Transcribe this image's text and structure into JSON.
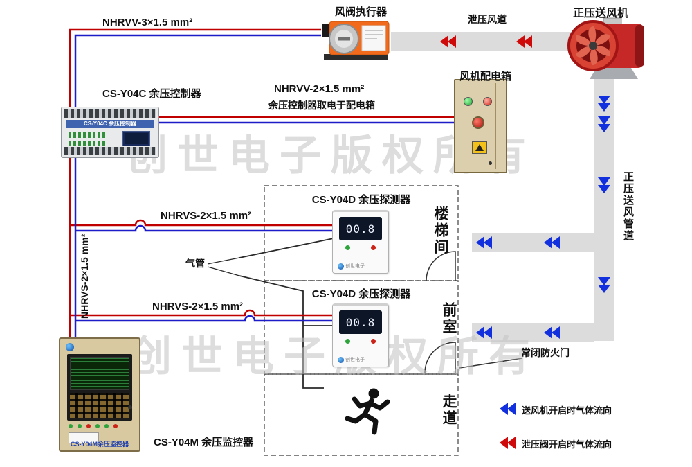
{
  "watermark": "创世电子版权所有",
  "top": {
    "cable_nhrvv3": "NHRVV-3×1.5 mm²",
    "damper_actuator": "风阀执行器",
    "relief_duct": "泄压风道",
    "fan_title": "正压送风机"
  },
  "middle": {
    "controller_title": "CS-Y04C 余压控制器",
    "cable_nhrvv2": "NHRVV-2×1.5 mm²",
    "power_note": "余压控制器取电于配电箱",
    "power_box_title": "风机配电箱",
    "supply_duct_label": "正压送风管道"
  },
  "rooms": {
    "detector_title": "CS-Y04D 余压探测器",
    "stairwell": "楼梯间",
    "front_room": "前室",
    "corridor": "走道",
    "fire_door": "常闭防火门"
  },
  "cables": {
    "nhrvs": "NHRVS-2×1.5 mm²",
    "air_tube": "气管"
  },
  "bottom": {
    "monitor_title": "CS-Y04M 余压监控器"
  },
  "legend": {
    "supply_flow": "送风机开启时气体流向",
    "relief_flow": "泄压阀开启时气体流向"
  },
  "devices": {
    "controller_label": "CS-Y04C 余压控制器",
    "detector_display": "00.8",
    "detector_brand": "创世电子",
    "monitor_label": "CS-Y04M余压监控器"
  },
  "colors": {
    "wire_red": "#c00000",
    "wire_blue": "#1c1cc8",
    "duct_gray": "#dcdcdc",
    "arrow_blue": "#1230dd",
    "arrow_red": "#cf0a0a",
    "watermark_gray": "#c3c3c3"
  }
}
